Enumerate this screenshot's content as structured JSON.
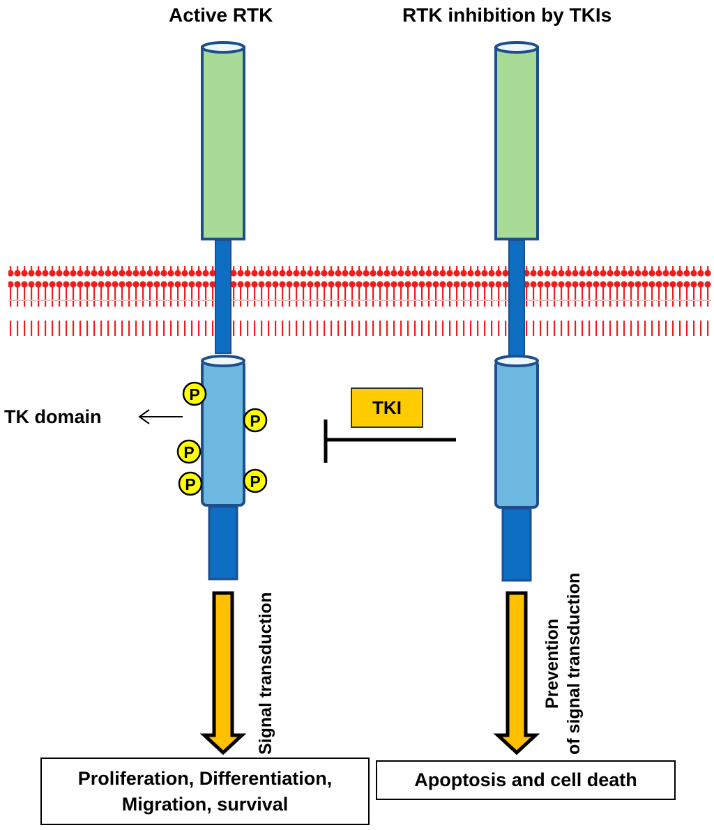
{
  "titles": {
    "left": "Active RTK",
    "right": "RTK inhibition by TKIs"
  },
  "labels": {
    "tk_domain": "TK domain",
    "tki": "TKI",
    "phospho": "P",
    "signal_transduction": "Signal transduction",
    "prevention_line1": "Prevention",
    "prevention_line2": "of signal transduction"
  },
  "outcomes": {
    "left_line1": "Proliferation, Differentiation,",
    "left_line2": "Migration, survival",
    "right": "Apoptosis and cell death"
  },
  "colors": {
    "extracellular": "#a8dc96",
    "stroke": "#1f4e8c",
    "kinase": "#6cb8e0",
    "stalk": "#0e6fc2",
    "membrane": "#ee1c1c",
    "phospho": "#ffff00",
    "arrow": "#ffc000",
    "tki_box": "#ffcc00"
  }
}
